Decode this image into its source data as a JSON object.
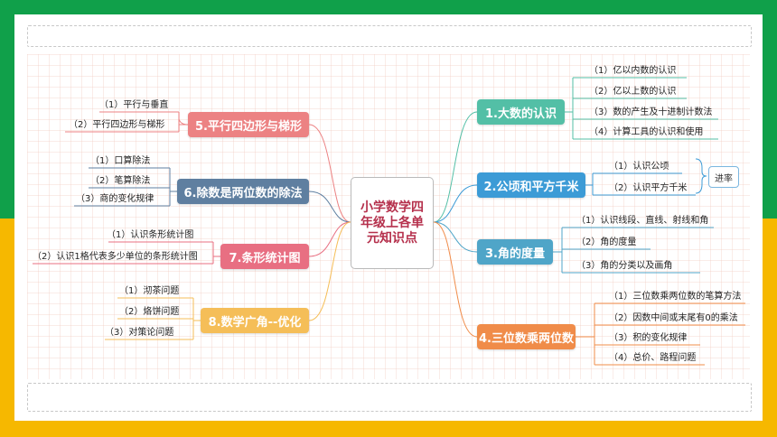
{
  "center_title": "小学数学四年级上各单元知识点",
  "colors": {
    "n1": "#53bfa6",
    "n2": "#3c9bd6",
    "n3": "#4fa5c8",
    "n4": "#f08c49",
    "n5": "#ec8283",
    "n6": "#5f7fa0",
    "n7": "#e86f82",
    "n8": "#f5be58"
  },
  "units": {
    "u1": {
      "label": "1.大数的认识",
      "items": [
        "（1）亿以内数的认识",
        "（2）亿以上数的认识",
        "（3）数的产生及十进制计数法",
        "（4）计算工具的认识和使用"
      ]
    },
    "u2": {
      "label": "2.公顷和平方千米",
      "items": [
        "（1）认识公顷",
        "（2）认识平方千米"
      ],
      "tag": "进率"
    },
    "u3": {
      "label": "3.角的度量",
      "items": [
        "（1）认识线段、直线、射线和角",
        "（2）角的度量",
        "（3）角的分类以及画角"
      ]
    },
    "u4": {
      "label": "4.三位数乘两位数",
      "items": [
        "（1）三位数乘两位数的笔算方法",
        "（2）因数中间或末尾有0的乘法",
        "（3）积的变化规律",
        "（4）总价、路程问题"
      ]
    },
    "u5": {
      "label": "5.平行四边形与梯形",
      "items": [
        "（1）平行与垂直",
        "（2）平行四边形与梯形"
      ]
    },
    "u6": {
      "label": "6.除数是两位数的除法",
      "items": [
        "（1）口算除法",
        "（2）笔算除法",
        "（3）商的变化规律"
      ]
    },
    "u7": {
      "label": "7.条形统计图",
      "items": [
        "（1）认识条形统计图",
        "（2）认识1格代表多少单位的条形统计图"
      ]
    },
    "u8": {
      "label": "8.数学广角--优化",
      "items": [
        "（1）沏茶问题",
        "（2）烙饼问题",
        "（3）对策论问题"
      ]
    }
  }
}
